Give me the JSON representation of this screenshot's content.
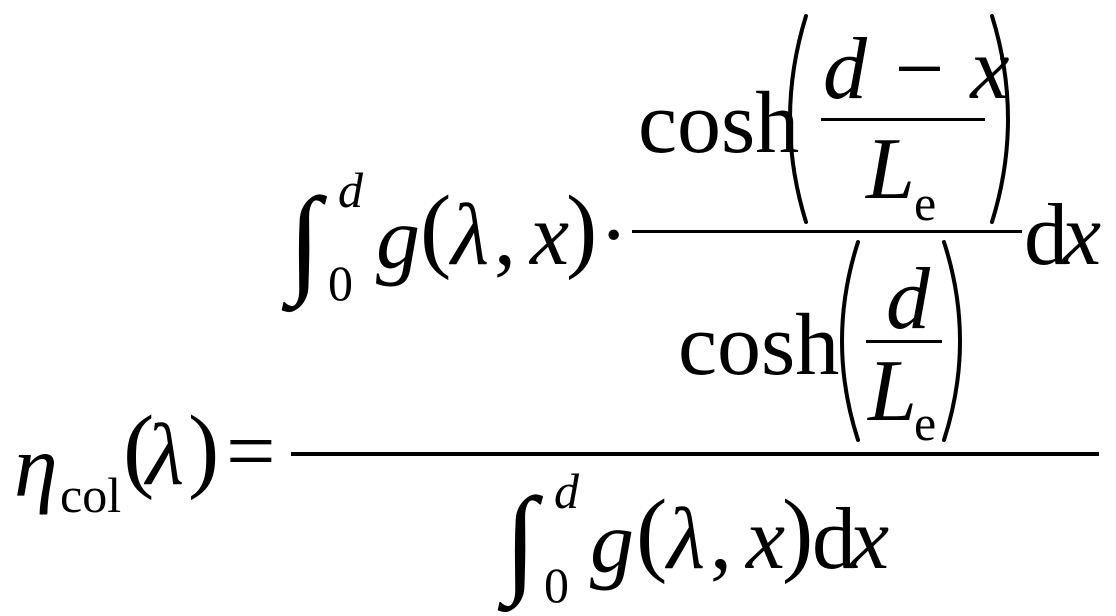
{
  "equation": {
    "lhs": {
      "symbol": "η",
      "subscript": "col",
      "open_paren": "(",
      "argument": "λ",
      "close_paren": ")",
      "equals": "="
    },
    "numerator": {
      "integral_sign": "∫",
      "upper_limit": "d",
      "lower_limit": "0",
      "function": "g",
      "arg_open": "(",
      "arg_lambda": "λ",
      "arg_comma": ",",
      "arg_x": "x",
      "arg_close": ")",
      "dot": "·",
      "inner_top": {
        "cosh": "cosh",
        "numerator": "d − x",
        "denominator_L": "L",
        "denominator_sub": "e"
      },
      "inner_bottom": {
        "cosh": "cosh",
        "numerator": "d",
        "denominator_L": "L",
        "denominator_sub": "e"
      },
      "differential_d": "d",
      "differential_x": "x"
    },
    "denominator": {
      "integral_sign": "∫",
      "upper_limit": "d",
      "lower_limit": "0",
      "function": "g",
      "arg_open": "(",
      "arg_lambda": "λ",
      "arg_comma": ",",
      "arg_x": "x",
      "arg_close": ")",
      "differential_d": "d",
      "differential_x": "x"
    }
  }
}
